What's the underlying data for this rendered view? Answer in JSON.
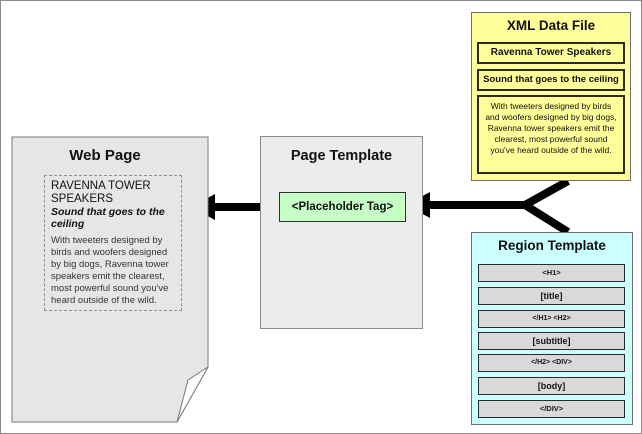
{
  "web_page": {
    "title": "Web Page",
    "heading": "RAVENNA TOWER SPEAKERS",
    "subtitle": "Sound that goes to the ceiling",
    "body": "With tweeters designed by birds and woofers designed by big dogs, Ravenna tower speakers emit the clearest, most powerful sound you've heard outside of the wild."
  },
  "page_template": {
    "title": "Page Template",
    "placeholder": "<Placeholder Tag>"
  },
  "xml_data_file": {
    "title": "XML Data File",
    "items": [
      "Ravenna Tower Speakers",
      "Sound that goes to the ceiling",
      "With tweeters designed by birds and woofers designed by big dogs, Ravenna tower speakers emit the clearest, most powerful sound you've heard outside of the wild."
    ]
  },
  "region_template": {
    "title": "Region Template",
    "items": [
      "<H1>",
      "[title]",
      "</H1> <H2>",
      "[subtitle]",
      "</H2> <DIV>",
      "[body]",
      "</DIV>"
    ]
  },
  "colors": {
    "page_fill": "#e6e6e6",
    "template_fill": "#ececec",
    "placeholder_fill": "#c6ffc6",
    "xml_fill": "#ffff99",
    "region_fill": "#ccffff",
    "region_item_fill": "#d9d9d9",
    "arrow": "#000000"
  }
}
